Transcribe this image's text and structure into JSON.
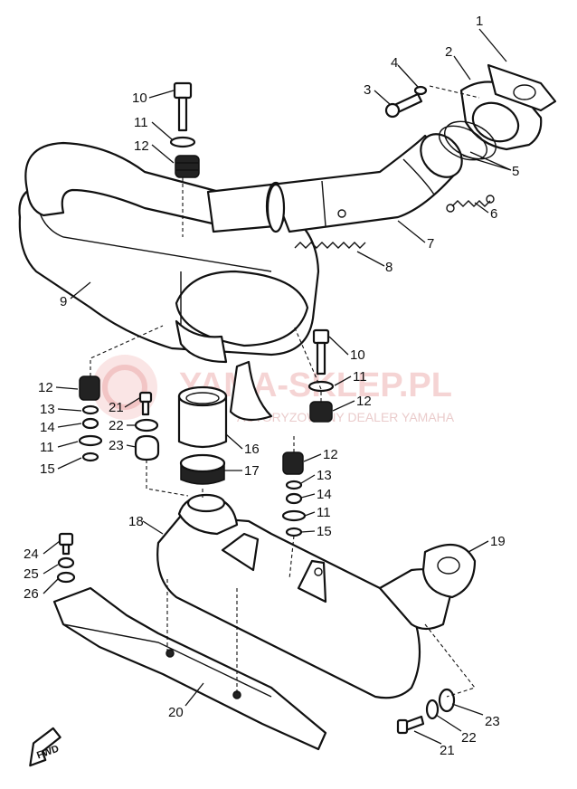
{
  "watermark": {
    "title": "YAMA-SKLEP.PL",
    "subtitle": "AUTORYZOWANY DEALER YAMAHA"
  },
  "direction_label": "FWD",
  "callouts": [
    {
      "id": "c1",
      "text": "1"
    },
    {
      "id": "c2",
      "text": "2"
    },
    {
      "id": "c3",
      "text": "3"
    },
    {
      "id": "c4",
      "text": "4"
    },
    {
      "id": "c5",
      "text": "5"
    },
    {
      "id": "c6",
      "text": "6"
    },
    {
      "id": "c7",
      "text": "7"
    },
    {
      "id": "c8",
      "text": "8"
    },
    {
      "id": "c9",
      "text": "9"
    },
    {
      "id": "c10a",
      "text": "10"
    },
    {
      "id": "c11a",
      "text": "11"
    },
    {
      "id": "c12a",
      "text": "12"
    },
    {
      "id": "c10b",
      "text": "10"
    },
    {
      "id": "c11b",
      "text": "11"
    },
    {
      "id": "c12b",
      "text": "12"
    },
    {
      "id": "c12c",
      "text": "12"
    },
    {
      "id": "c13a",
      "text": "13"
    },
    {
      "id": "c14a",
      "text": "14"
    },
    {
      "id": "c11c",
      "text": "11"
    },
    {
      "id": "c15a",
      "text": "15"
    },
    {
      "id": "c21a",
      "text": "21"
    },
    {
      "id": "c22a",
      "text": "22"
    },
    {
      "id": "c23a",
      "text": "23"
    },
    {
      "id": "c16",
      "text": "16"
    },
    {
      "id": "c17",
      "text": "17"
    },
    {
      "id": "c12d",
      "text": "12"
    },
    {
      "id": "c13b",
      "text": "13"
    },
    {
      "id": "c14b",
      "text": "14"
    },
    {
      "id": "c11d",
      "text": "11"
    },
    {
      "id": "c15b",
      "text": "15"
    },
    {
      "id": "c18",
      "text": "18"
    },
    {
      "id": "c19",
      "text": "19"
    },
    {
      "id": "c24",
      "text": "24"
    },
    {
      "id": "c25",
      "text": "25"
    },
    {
      "id": "c26",
      "text": "26"
    },
    {
      "id": "c20",
      "text": "20"
    },
    {
      "id": "c23b",
      "text": "23"
    },
    {
      "id": "c22b",
      "text": "22"
    },
    {
      "id": "c21b",
      "text": "21"
    }
  ]
}
